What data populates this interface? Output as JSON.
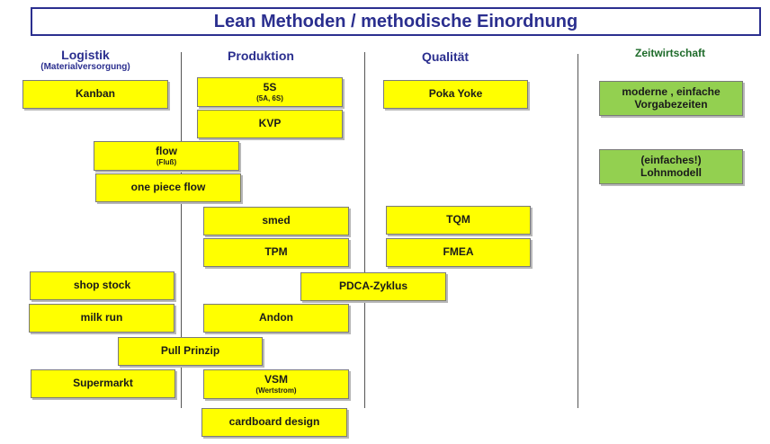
{
  "title": "Lean Methoden / methodische Einordnung",
  "columns": {
    "logistik": {
      "main": "Logistik",
      "sub": "(Materialversorgung)"
    },
    "produktion": {
      "main": "Produktion"
    },
    "qualitaet": {
      "main": "Qualität"
    },
    "zeitwirtschaft": {
      "main": "Zeitwirtschaft"
    }
  },
  "colors": {
    "box_yellow": "#ffff00",
    "box_green": "#93d050",
    "title_blue": "#2b2f8f",
    "heading_green": "#1e6b2a"
  },
  "boxes": {
    "kanban": {
      "label": "Kanban"
    },
    "five_s": {
      "label": "5S",
      "sub": "(5A, 6S)"
    },
    "kvp": {
      "label": "KVP"
    },
    "poka_yoke": {
      "label": "Poka Yoke"
    },
    "flow": {
      "label": "flow",
      "sub": "(Fluß)"
    },
    "one_piece_flow": {
      "label": "one piece flow"
    },
    "smed": {
      "label": "smed"
    },
    "tqm": {
      "label": "TQM"
    },
    "tpm": {
      "label": "TPM"
    },
    "fmea": {
      "label": "FMEA"
    },
    "shop_stock": {
      "label": "shop stock"
    },
    "pdca": {
      "label": "PDCA-Zyklus"
    },
    "milk_run": {
      "label": "milk run"
    },
    "andon": {
      "label": "Andon"
    },
    "pull_prinzip": {
      "label": "Pull Prinzip"
    },
    "supermarkt": {
      "label": "Supermarkt"
    },
    "vsm": {
      "label": "VSM",
      "sub": "(Wertstrom)"
    },
    "cardboard_design": {
      "label": "cardboard design"
    },
    "vorgabezeiten": {
      "label": "moderne , einfache Vorgabezeiten"
    },
    "lohnmodell": {
      "label": "(einfaches!) Lohnmodell"
    }
  }
}
